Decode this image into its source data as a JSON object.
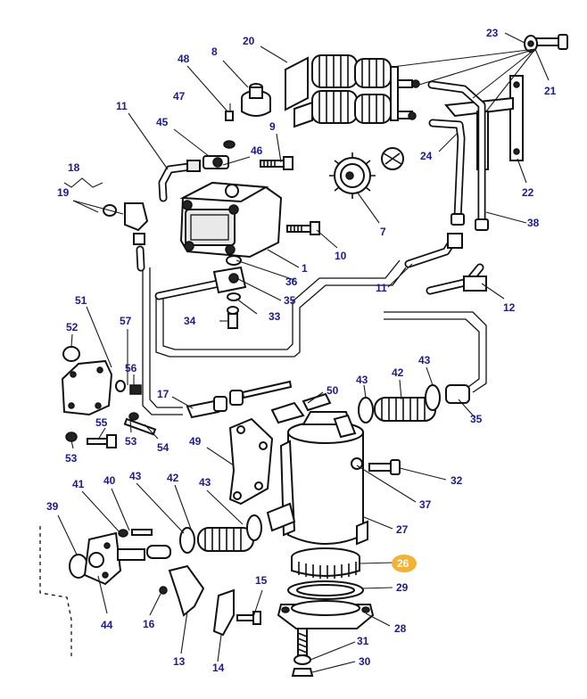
{
  "diagram": {
    "callouts": [
      {
        "id": "c1",
        "label": "1"
      },
      {
        "id": "c7",
        "label": "7"
      },
      {
        "id": "c8",
        "label": "8"
      },
      {
        "id": "c9",
        "label": "9"
      },
      {
        "id": "c10",
        "label": "10"
      },
      {
        "id": "c11a",
        "label": "11"
      },
      {
        "id": "c11b",
        "label": "11"
      },
      {
        "id": "c12",
        "label": "12"
      },
      {
        "id": "c13",
        "label": "13"
      },
      {
        "id": "c14",
        "label": "14"
      },
      {
        "id": "c15",
        "label": "15"
      },
      {
        "id": "c16",
        "label": "16"
      },
      {
        "id": "c17",
        "label": "17"
      },
      {
        "id": "c18",
        "label": "18"
      },
      {
        "id": "c19",
        "label": "19"
      },
      {
        "id": "c20",
        "label": "20"
      },
      {
        "id": "c21",
        "label": "21"
      },
      {
        "id": "c22",
        "label": "22"
      },
      {
        "id": "c23",
        "label": "23"
      },
      {
        "id": "c24",
        "label": "24"
      },
      {
        "id": "c26",
        "label": "26",
        "highlighted": true
      },
      {
        "id": "c27",
        "label": "27"
      },
      {
        "id": "c28",
        "label": "28"
      },
      {
        "id": "c29",
        "label": "29"
      },
      {
        "id": "c30",
        "label": "30"
      },
      {
        "id": "c31",
        "label": "31"
      },
      {
        "id": "c32",
        "label": "32"
      },
      {
        "id": "c33",
        "label": "33"
      },
      {
        "id": "c34",
        "label": "34"
      },
      {
        "id": "c35a",
        "label": "35"
      },
      {
        "id": "c35b",
        "label": "35"
      },
      {
        "id": "c36",
        "label": "36"
      },
      {
        "id": "c37",
        "label": "37"
      },
      {
        "id": "c38",
        "label": "38"
      },
      {
        "id": "c39",
        "label": "39"
      },
      {
        "id": "c40",
        "label": "40"
      },
      {
        "id": "c41",
        "label": "41"
      },
      {
        "id": "c42a",
        "label": "42"
      },
      {
        "id": "c42b",
        "label": "42"
      },
      {
        "id": "c43a",
        "label": "43"
      },
      {
        "id": "c43b",
        "label": "43"
      },
      {
        "id": "c43c",
        "label": "43"
      },
      {
        "id": "c43d",
        "label": "43"
      },
      {
        "id": "c44",
        "label": "44"
      },
      {
        "id": "c45",
        "label": "45"
      },
      {
        "id": "c46",
        "label": "46"
      },
      {
        "id": "c47",
        "label": "47"
      },
      {
        "id": "c48",
        "label": "48"
      },
      {
        "id": "c49",
        "label": "49"
      },
      {
        "id": "c50",
        "label": "50"
      },
      {
        "id": "c51",
        "label": "51"
      },
      {
        "id": "c52",
        "label": "52"
      },
      {
        "id": "c53a",
        "label": "53"
      },
      {
        "id": "c53b",
        "label": "53"
      },
      {
        "id": "c54",
        "label": "54"
      },
      {
        "id": "c55",
        "label": "55"
      },
      {
        "id": "c56",
        "label": "56"
      },
      {
        "id": "c57",
        "label": "57"
      }
    ],
    "colors": {
      "callout_text": "#1a1a9a",
      "highlight_badge": "#f3b234",
      "line_art": "#111111",
      "background": "#ffffff"
    }
  }
}
